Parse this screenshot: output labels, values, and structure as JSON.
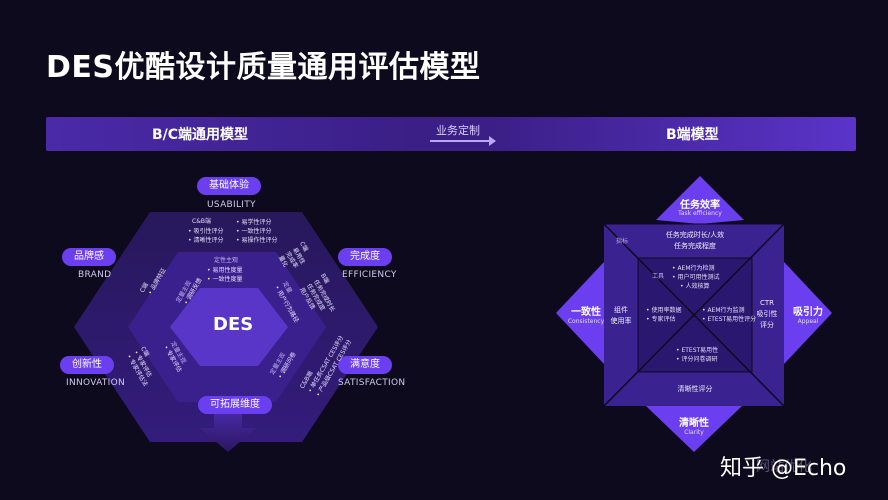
{
  "title": "DES优酷设计质量通用评估模型",
  "band": {
    "left": "B/C端通用模型",
    "middle": "业务定制",
    "right": "B端模型"
  },
  "hex": {
    "center": "DES",
    "nodes": [
      {
        "cn": "基础体验",
        "en": "USABILITY"
      },
      {
        "cn": "品牌感",
        "en": "BRAND"
      },
      {
        "cn": "完成度",
        "en": "EFFICIENCY"
      },
      {
        "cn": "创新性",
        "en": "INNOVATION"
      },
      {
        "cn": "满意度",
        "en": "SATISFACTION"
      },
      {
        "cn": "可拓展维度",
        "en": ""
      }
    ],
    "top_text": {
      "tag": "C&B端",
      "left": [
        "• 吸引性评分",
        "• 清晰性评分"
      ],
      "right": [
        "• 易学性评分",
        "• 一致性评分",
        "• 易操作性评分"
      ]
    },
    "inner_top": {
      "tag": "定性主观",
      "lines": [
        "• 易用性度量",
        "• 一致性度量"
      ]
    },
    "upper_right": {
      "tag": "C端",
      "lines": [
        "易用性",
        "完成率",
        "量化"
      ]
    },
    "upper_right_outer": {
      "tag": "B端",
      "lines": [
        "任务完成时长",
        "任务完成度",
        "用户反馈"
      ]
    },
    "inner_right": {
      "tag": "定量",
      "lines": [
        "• 用户行为路径"
      ]
    },
    "left_tag": {
      "tag": "C端",
      "lines": [
        "• 品牌特征"
      ]
    },
    "inner_left": {
      "tag": "定量主观",
      "lines": [
        "• 调研反馈"
      ]
    },
    "lower_left": {
      "tag": "C端",
      "lines": [
        "• 专家评估",
        "• 专家评估法"
      ]
    },
    "inner_lower_left": {
      "tag": "定量主观",
      "lines": [
        "• 专家评估"
      ]
    },
    "lower_right": {
      "tag": "C&B端",
      "lines": [
        "• 单任务CSAT CES评分",
        "• 产品级CSAT CES评分"
      ]
    },
    "inner_lower_right": {
      "tag": "定量主观",
      "lines": [
        "• 调研问卷"
      ]
    }
  },
  "bmodel": {
    "top": {
      "cn": "任务效率",
      "en": "Task efficiency"
    },
    "left": {
      "cn": "一致性",
      "en": "Consistency"
    },
    "right": {
      "cn": "吸引力",
      "en": "Appeal"
    },
    "bottom": {
      "cn": "清晰性",
      "en": "Clarity"
    },
    "corner": "指标",
    "top_lines": [
      "任务完成时长/人效",
      "任务完成程度"
    ],
    "tools": "工具",
    "tools_lines": [
      "• AEM行为检测",
      "• 用户可用性测试",
      "• 人效核算"
    ],
    "left_lines": [
      "组件",
      "使用率"
    ],
    "center_left_lines": [
      "• 使用率数据",
      "• 专家评估"
    ],
    "center_right_lines": [
      "• AEM行为监测",
      "• ETEST易用性评分"
    ],
    "right_lines": [
      "CTR",
      "吸引性",
      "评分"
    ],
    "center_bottom_lines": [
      "• ETEST易用性",
      "• 评分问卷调研"
    ],
    "bottom_line": "清晰性评分"
  },
  "watermark": "知乎 @Echo",
  "watermark_faded": "网站优化"
}
